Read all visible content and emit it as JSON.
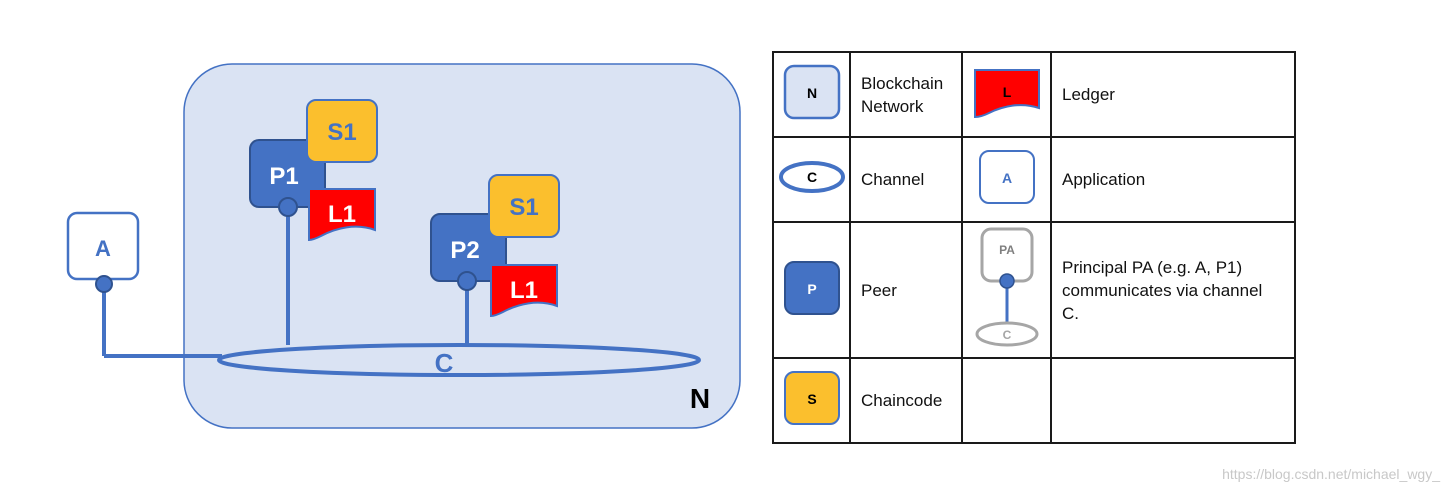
{
  "diagram": {
    "network_label": "N",
    "channel_label": "C",
    "application_label": "A",
    "peers": [
      {
        "peer": "P1",
        "chaincode": "S1",
        "ledger": "L1"
      },
      {
        "peer": "P2",
        "chaincode": "S1",
        "ledger": "L1"
      }
    ]
  },
  "legend": {
    "rows": [
      [
        {
          "icon": "N",
          "icon_type": "network",
          "text": "Blockchain Network"
        },
        {
          "icon": "L",
          "icon_type": "ledger",
          "text": "Ledger"
        }
      ],
      [
        {
          "icon": "C",
          "icon_type": "channel",
          "text": "Channel"
        },
        {
          "icon": "A",
          "icon_type": "application",
          "text": "Application"
        }
      ],
      [
        {
          "icon": "P",
          "icon_type": "peer",
          "text": "Peer"
        },
        {
          "icon": "PA",
          "icon_sub": "C",
          "icon_type": "principal",
          "text": "Principal PA (e.g. A, P1) communicates via channel C."
        }
      ],
      [
        {
          "icon": "S",
          "icon_type": "chaincode",
          "text": "Chaincode"
        },
        {
          "icon": "",
          "icon_type": "empty",
          "text": ""
        }
      ]
    ]
  },
  "watermark": "https://blog.csdn.net/michael_wgy_",
  "colors": {
    "network_fill": "#dae3f3",
    "peer_blue": "#4472c4",
    "chaincode_gold": "#fbbf2d",
    "ledger_red": "#ff0000",
    "text_blue": "#4472c4",
    "grey": "#a6a6a6"
  }
}
